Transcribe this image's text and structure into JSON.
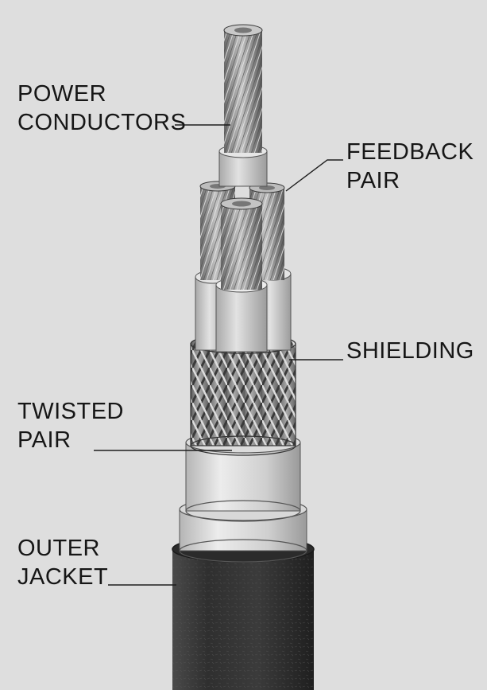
{
  "labels": {
    "power_conductors": [
      "POWER",
      "CONDUCTORS"
    ],
    "feedback_pair": [
      "FEEDBACK",
      "PAIR"
    ],
    "shielding": [
      "SHIELDING"
    ],
    "twisted_pair": [
      "TWISTED",
      "PAIR"
    ],
    "outer_jacket": [
      "OUTER",
      "JACKET"
    ]
  },
  "colors": {
    "background": "#dedede",
    "ink": "#161616",
    "jacket": "#3a3a3a",
    "insulation": "#cfcfcf",
    "copper_strand": "#8a8a8a"
  }
}
